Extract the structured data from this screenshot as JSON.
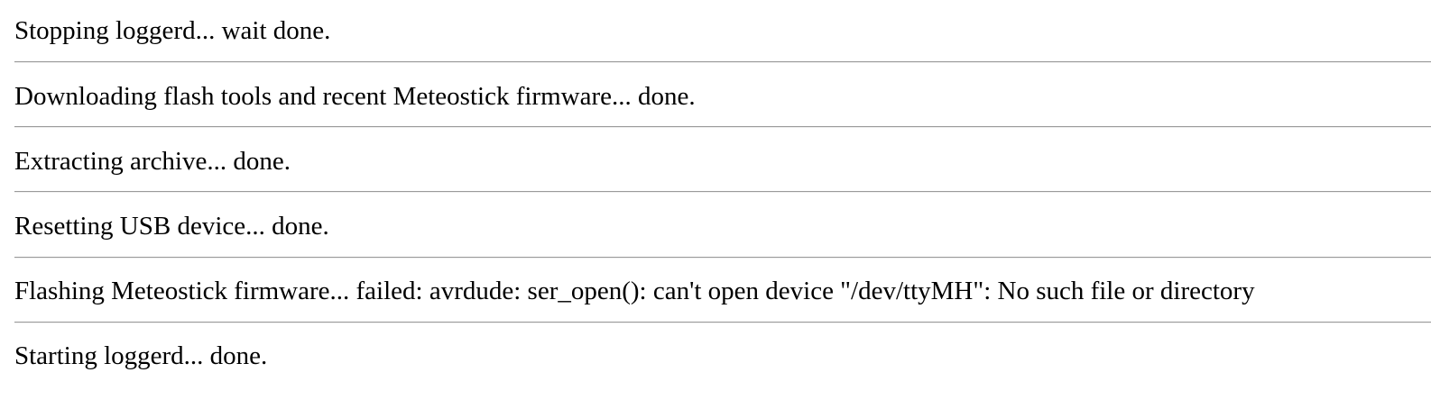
{
  "log": {
    "lines": [
      "Stopping loggerd... wait done.",
      "Downloading flash tools and recent Meteostick firmware... done.",
      "Extracting archive... done.",
      "Resetting USB device... done.",
      "Flashing Meteostick firmware... failed: avrdude: ser_open(): can't open device \"/dev/ttyMH\": No such file or directory",
      "Starting loggerd... done."
    ]
  }
}
